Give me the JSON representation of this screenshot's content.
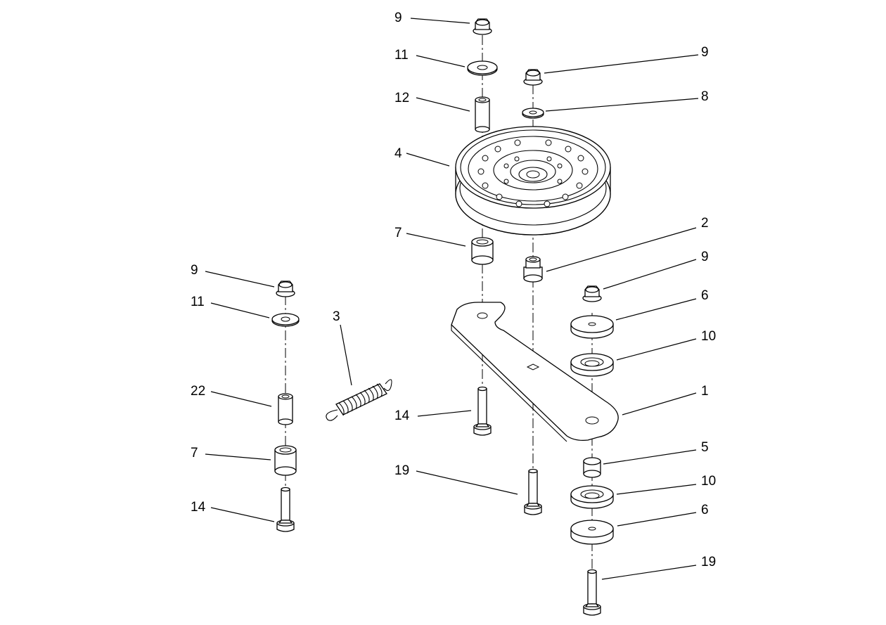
{
  "callouts": [
    {
      "id": "c-9-top",
      "label": "9"
    },
    {
      "id": "c-11-top",
      "label": "11"
    },
    {
      "id": "c-12",
      "label": "12"
    },
    {
      "id": "c-4",
      "label": "4"
    },
    {
      "id": "c-9-right",
      "label": "9"
    },
    {
      "id": "c-8",
      "label": "8"
    },
    {
      "id": "c-7-mid",
      "label": "7"
    },
    {
      "id": "c-2",
      "label": "2"
    },
    {
      "id": "c-9-arm",
      "label": "9"
    },
    {
      "id": "c-6-top",
      "label": "6"
    },
    {
      "id": "c-10-top",
      "label": "10"
    },
    {
      "id": "c-1",
      "label": "1"
    },
    {
      "id": "c-5",
      "label": "5"
    },
    {
      "id": "c-10-bottom",
      "label": "10"
    },
    {
      "id": "c-6-bottom",
      "label": "6"
    },
    {
      "id": "c-19-right",
      "label": "19"
    },
    {
      "id": "c-19-mid",
      "label": "19"
    },
    {
      "id": "c-14-mid",
      "label": "14"
    },
    {
      "id": "c-3",
      "label": "3"
    },
    {
      "id": "c-9-left",
      "label": "9"
    },
    {
      "id": "c-11-left",
      "label": "11"
    },
    {
      "id": "c-22",
      "label": "22"
    },
    {
      "id": "c-7-left",
      "label": "7"
    },
    {
      "id": "c-14-left",
      "label": "14"
    }
  ]
}
